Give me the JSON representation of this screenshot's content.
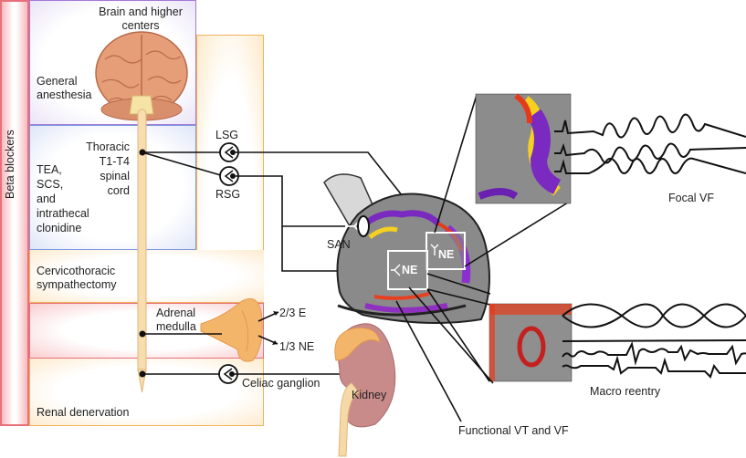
{
  "regions": {
    "beta_blockers": "Beta blockers",
    "general_anesthesia": [
      "General",
      "anesthesia"
    ],
    "brain": [
      "Brain and higher",
      "centers"
    ],
    "tea": [
      "TEA,",
      "SCS,",
      "and",
      "intrathecal",
      "clonidine"
    ],
    "spinal_cord": [
      "Thoracic",
      "T1-T4",
      "spinal",
      "cord"
    ],
    "cervicothoracic": [
      "Cervicothoracic",
      "sympathectomy"
    ],
    "adrenal": [
      "Adrenal",
      "medulla"
    ],
    "renal_denervation": "Renal denervation"
  },
  "ganglia": {
    "lsg": "LSG",
    "rsg": "RSG",
    "celiac": "Celiac ganglion"
  },
  "adrenal_outputs": {
    "e": "2/3 E",
    "ne": "1/3 NE"
  },
  "organs": {
    "kidney": "Kidney",
    "san": "SAN",
    "ne_upper": "NE",
    "ne_lower": "NE"
  },
  "arrhythmias": {
    "focal_vf": "Focal VF",
    "macro_reentry": "Macro reentry",
    "functional": "Functional VT and VF"
  },
  "colors": {
    "beta_border": "#e8707a",
    "anesthesia_border": "#a57ad6",
    "tea_border": "#7d9ae0",
    "sympathectomy_border": "#f2b35a",
    "adrenal_border": "#e8707a",
    "spinal_cord": "#f7ddb0",
    "brain": "#e8a27a",
    "kidney": "#c98a8a",
    "adrenal_gland": "#f3b56a"
  }
}
